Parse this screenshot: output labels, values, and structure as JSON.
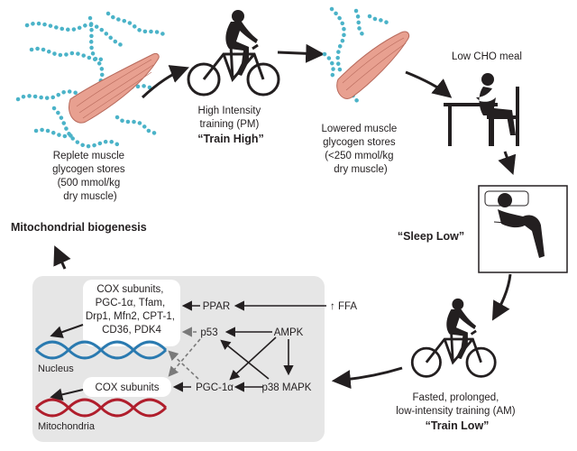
{
  "colors": {
    "glycogen_chain": "#4bb3c8",
    "muscle": "#e8a090",
    "dna_blue": "#2a7ab0",
    "dna_red": "#b01e2c",
    "panel_bg": "#e6e6e6",
    "arrow": "#231f20",
    "text": "#231f20"
  },
  "steps": {
    "replete": {
      "line1": "Replete muscle",
      "line2": "glycogen stores",
      "line3": "(500 mmol/kg",
      "line4": "dry muscle)"
    },
    "train_high": {
      "line1": "High Intensity",
      "line2": "training (PM)",
      "label": "“Train High”"
    },
    "lowered": {
      "line1": "Lowered muscle",
      "line2": "glycogen stores",
      "line3": "(<250 mmol/kg",
      "line4": "dry muscle)"
    },
    "meal": {
      "label": "Low CHO meal"
    },
    "sleep_low": {
      "label": "“Sleep Low”"
    },
    "train_low": {
      "line1": "Fasted, prolonged,",
      "line2": "low-intensity training (AM)",
      "label": "“Train Low”"
    },
    "outcome": {
      "label": "Mitochondrial biogenesis"
    }
  },
  "signaling": {
    "genes_nucleus": [
      "COX subunits,",
      "PGC-1α, Tfam,",
      "Drp1, Mfn2, CPT-1,",
      "CD36, PDK4"
    ],
    "genes_mito": "COX subunits",
    "ppar": "PPAR",
    "ffa": "FFA",
    "ffa_arrow": "↑",
    "p53": "p53",
    "ampk": "AMPK",
    "pgc1a": "PGC-1α",
    "p38": "p38 MAPK",
    "nucleus": "Nucleus",
    "mitochondria": "Mitochondria"
  },
  "icons": [
    "glycogen-chain-icon",
    "muscle-fiber-icon",
    "cyclist-icon",
    "person-eating-icon",
    "person-sleeping-icon",
    "dna-helix-icon"
  ]
}
